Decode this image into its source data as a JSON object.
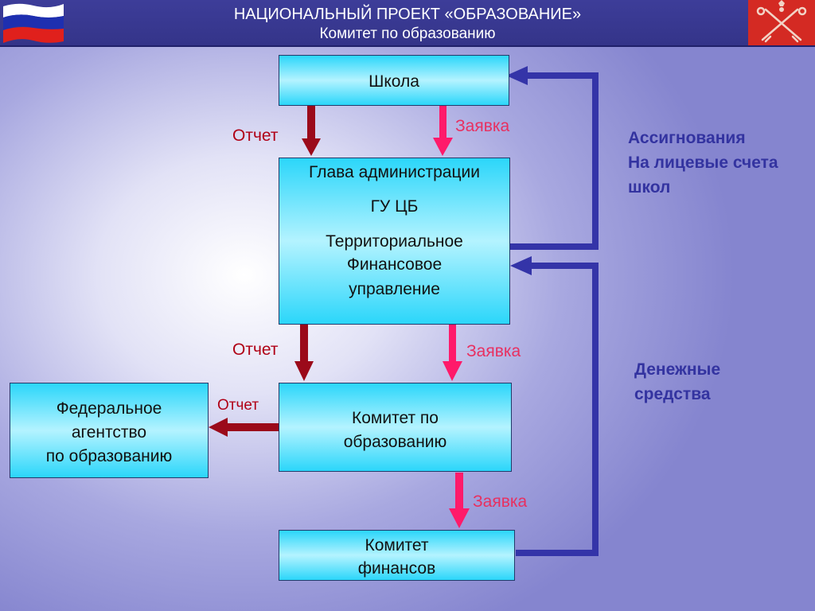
{
  "header": {
    "title": "НАЦИОНАЛЬНЫЙ ПРОЕКТ «ОБРАЗОВАНИЕ»",
    "subtitle": "Комитет по образованию"
  },
  "icons": {
    "flag": "russian-flag-icon",
    "emblem": "crossed-scepters-emblem-icon"
  },
  "colors": {
    "header_bg": "#3d3d99",
    "box_cyan": "#2bd6fa",
    "report_arrow": "#9b0a1a",
    "request_arrow": "#ff1a6a",
    "funds_arrow": "#3434a8",
    "emblem_bg": "#d42a23"
  },
  "boxes": {
    "school": {
      "lines": [
        "Школа"
      ]
    },
    "admin": {
      "lines": [
        "Глава администрации",
        "ГУ ЦБ",
        "Территориальное",
        "Финансовое",
        "управление"
      ]
    },
    "committee_edu": {
      "lines": [
        "Комитет по",
        "образованию"
      ]
    },
    "federal": {
      "lines": [
        "Федеральное",
        "агентство",
        "по образованию"
      ]
    },
    "committee_fin": {
      "lines": [
        "Комитет",
        "финансов"
      ]
    }
  },
  "labels": {
    "report_1": "Отчет",
    "request_1": "Заявка",
    "report_2": "Отчет",
    "request_2": "Заявка",
    "report_3": "Отчет",
    "request_3": "Заявка"
  },
  "side": {
    "allocations": [
      "Ассигнования",
      "На лицевые счета",
      "школ"
    ],
    "funds": [
      "Денежные",
      "средства"
    ]
  }
}
